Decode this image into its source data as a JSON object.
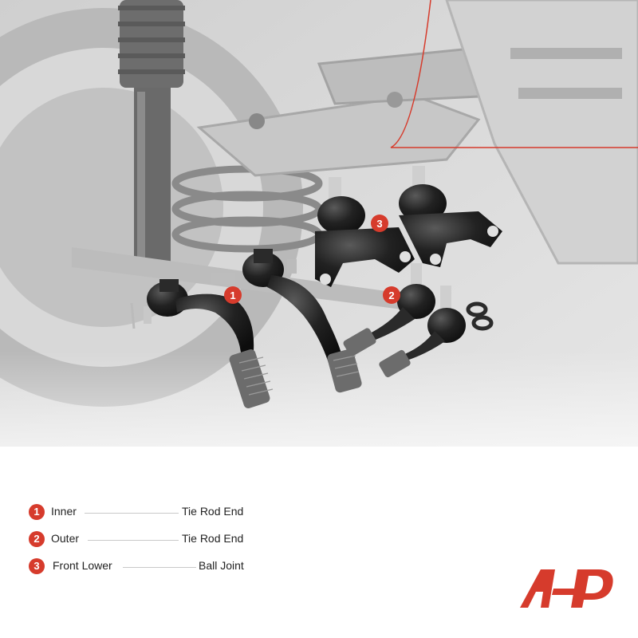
{
  "colors": {
    "accent": "#d63b2c",
    "part": "#1c1c1c",
    "background_gray": "#d4d4d4"
  },
  "callouts": [
    {
      "number": "1",
      "part": "inner-tie-rod-end"
    },
    {
      "number": "2",
      "part": "outer-tie-rod-end"
    },
    {
      "number": "3",
      "part": "front-lower-ball-joint"
    }
  ],
  "legend": [
    {
      "number": "1",
      "label": "Inner",
      "value": "Tie Rod End"
    },
    {
      "number": "2",
      "label": "Outer",
      "value": "Tie Rod End"
    },
    {
      "number": "3",
      "label": "Front Lower",
      "value": "Ball Joint"
    }
  ],
  "logo": {
    "icon": "a-premium-logo-icon"
  }
}
